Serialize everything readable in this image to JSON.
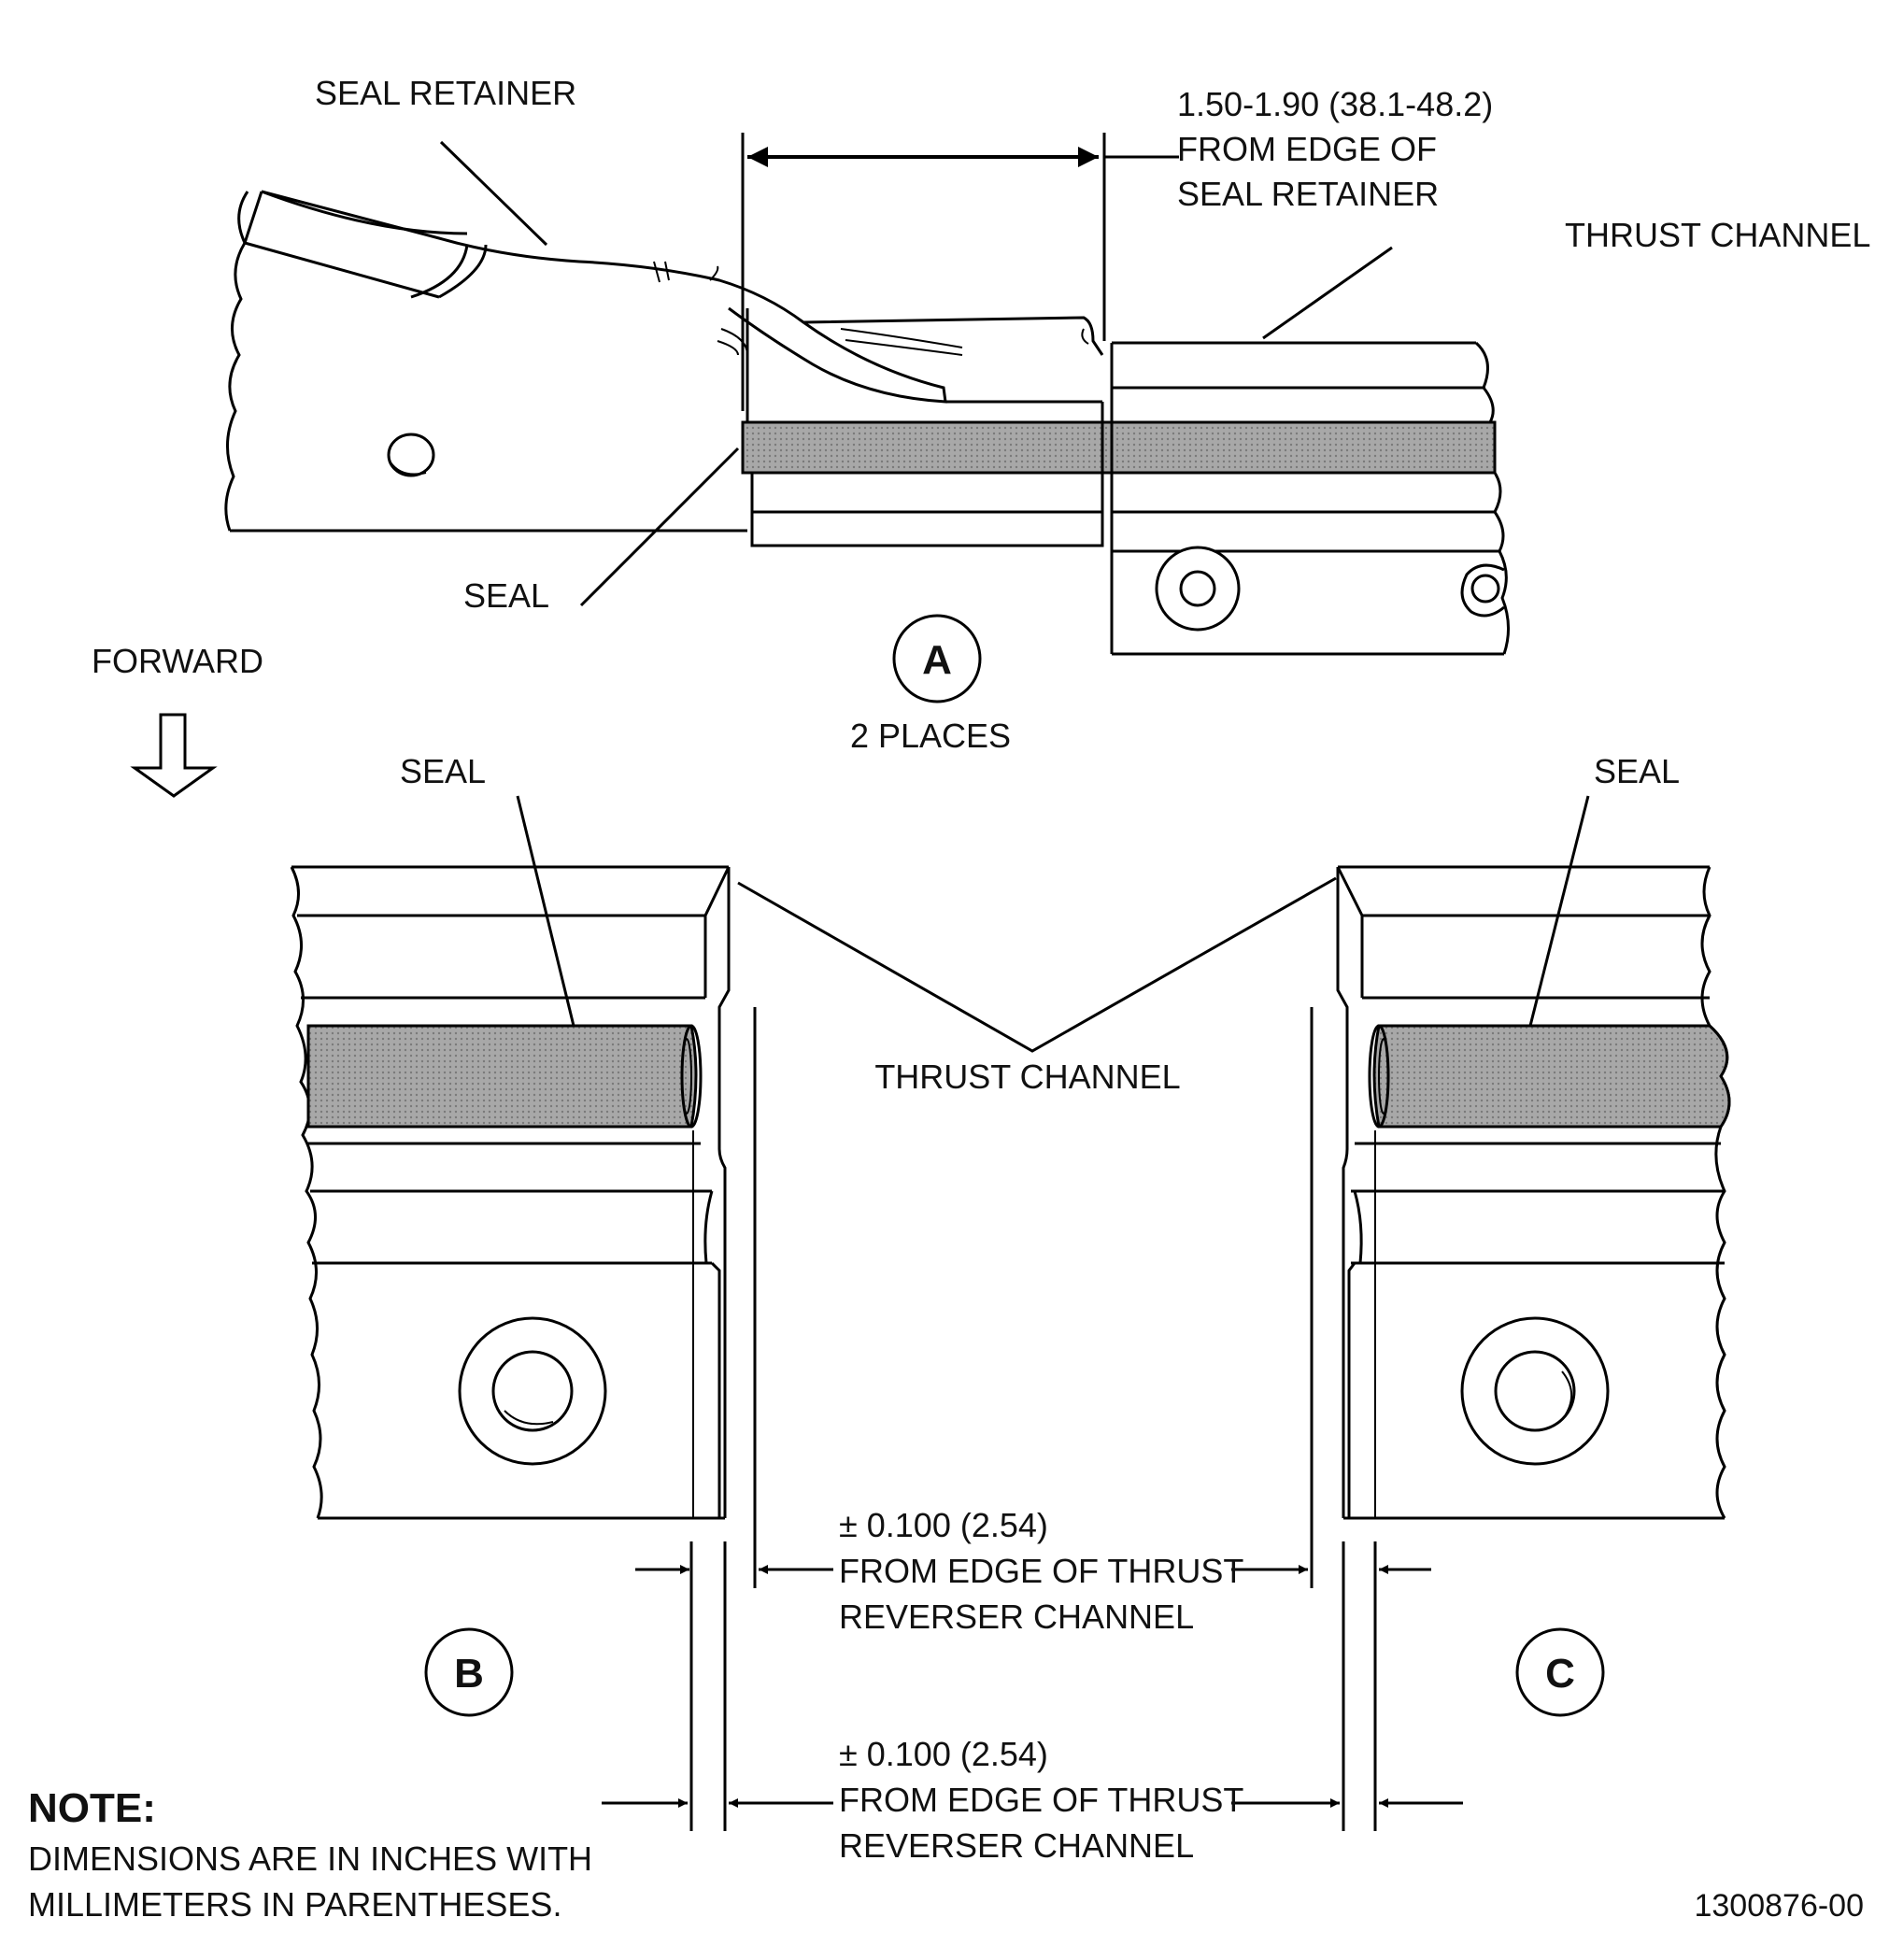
{
  "labels": {
    "seal_retainer": "SEAL RETAINER",
    "dimension_a_line1": "1.50-1.90 (38.1-48.2)",
    "dimension_a_line2": "FROM EDGE OF",
    "dimension_a_line3": "SEAL RETAINER",
    "thrust_channel_top": "THRUST CHANNEL",
    "seal_a": "SEAL",
    "forward": "FORWARD",
    "detail_a": "A",
    "detail_a_places": "2 PLACES",
    "seal_b": "SEAL",
    "seal_c": "SEAL",
    "thrust_channel_mid": "THRUST CHANNEL",
    "tol_upper_line1": "± 0.100 (2.54)",
    "tol_upper_line2": "FROM EDGE OF THRUST",
    "tol_upper_line3": "REVERSER CHANNEL",
    "detail_b": "B",
    "detail_c": "C",
    "tol_lower_line1": "± 0.100 (2.54)",
    "tol_lower_line2": "FROM EDGE OF THRUST",
    "tol_lower_line3": "REVERSER CHANNEL"
  },
  "note": {
    "heading": "NOTE:",
    "line1": "DIMENSIONS ARE IN INCHES WITH",
    "line2": "MILLIMETERS IN PARENTHESES."
  },
  "figure_id": "1300876-00",
  "icons": {
    "forward_arrow": "down-arrow-outline-icon",
    "detail_callout": "circle-letter-icon"
  },
  "colors": {
    "line": "#000000",
    "seal_fill": "#9e9e9e",
    "background": "#ffffff"
  }
}
